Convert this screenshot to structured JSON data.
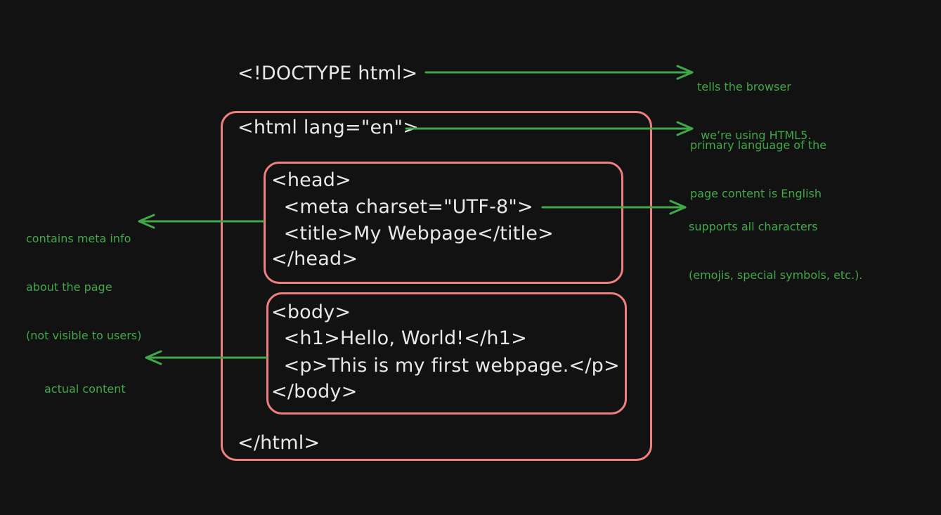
{
  "code": {
    "doctype": "<!DOCTYPE html>",
    "html_open": "<html lang=\"en\">",
    "head_open": "<head>",
    "meta": "  <meta charset=\"UTF-8\">",
    "title": "  <title>My Webpage</title>",
    "head_close": "</head>",
    "body_open": "<body>",
    "h1": "  <h1>Hello, World!</h1>",
    "p": "  <p>This is my first webpage.</p>",
    "body_close": "</body>",
    "html_close": "</html>"
  },
  "notes": {
    "doctype": [
      "tells the browser",
      " we’re using HTML5."
    ],
    "lang": [
      "primary language of the",
      "page content is English"
    ],
    "charset": [
      "supports all characters",
      "(emojis, special symbols, etc.)."
    ],
    "head": [
      "contains meta info",
      "about the page",
      "(not visible to users)"
    ],
    "body": [
      "actual content"
    ]
  },
  "colors": {
    "background": "#121212",
    "code_text": "#e8e8e8",
    "annotation": "#41a84a",
    "box_outline": "#f07f7f"
  }
}
